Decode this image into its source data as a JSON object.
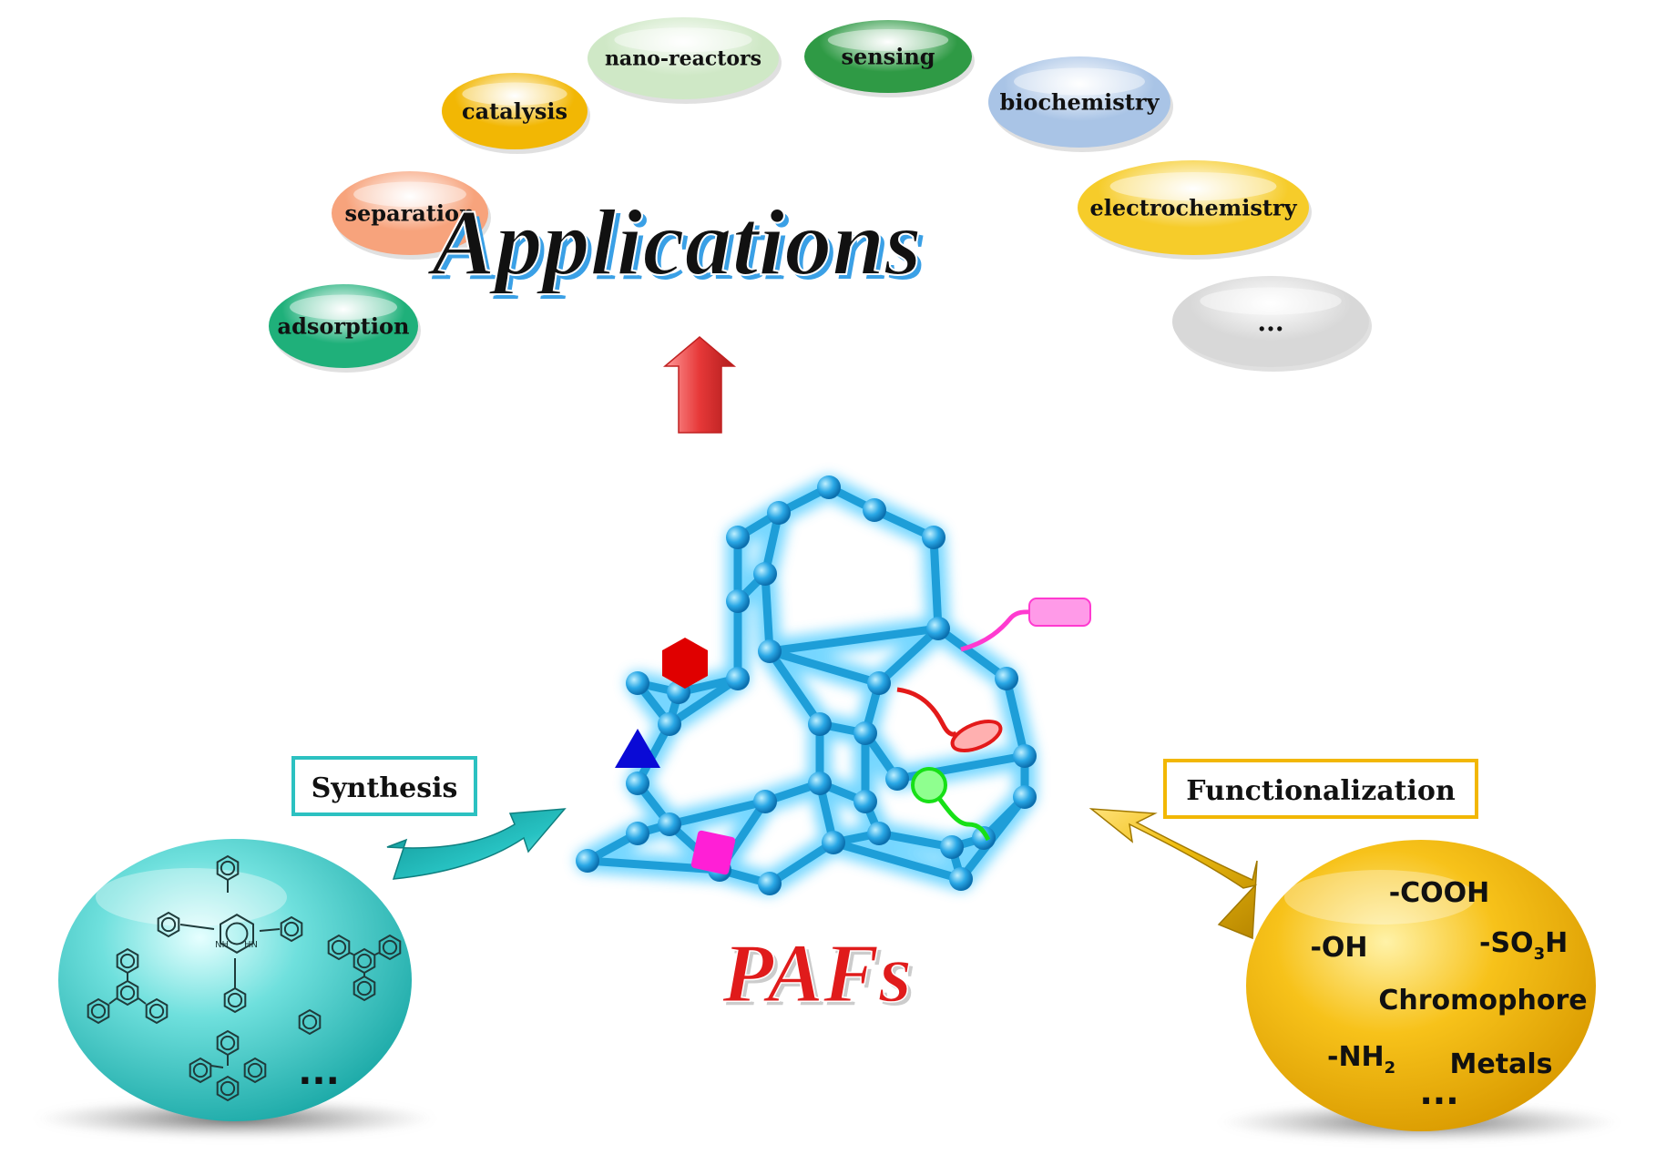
{
  "title": "Applications",
  "center_label": "PAFs",
  "applications": [
    {
      "label": "adsorption",
      "fill": "#1fb07a"
    },
    {
      "label": "separation",
      "fill": "#f7a37c"
    },
    {
      "label": "catalysis",
      "fill": "#f2b704"
    },
    {
      "label": "nano-reactors",
      "fill": "#cfe8c6"
    },
    {
      "label": "sensing",
      "fill": "#2f9a45"
    },
    {
      "label": "biochemistry",
      "fill": "#a9c4e6"
    },
    {
      "label": "electrochemistry",
      "fill": "#f6cc2a"
    },
    {
      "label": "...",
      "fill": "#d8d8d8"
    }
  ],
  "synthesis": {
    "label": "Synthesis",
    "border_color": "#2cc1c1",
    "ellipsis": "...",
    "molecule_label_nh": "NH",
    "molecule_label_hn": "HN"
  },
  "functionalization": {
    "label": "Functionalization",
    "border_color": "#f2b704",
    "groups": {
      "cooh": "-COOH",
      "oh": "-OH",
      "so3h_main": "-SO",
      "so3h_sub": "3",
      "so3h_end": "H",
      "chromophore": "Chromophore",
      "nh2_main": "-NH",
      "nh2_sub": "2",
      "metals": "Metals",
      "ellipsis": "..."
    }
  },
  "colors": {
    "framework": "#1e9ed8",
    "framework_glow": "#5fd0ff",
    "arrow_up": "#e84a4a",
    "arrow_synthesis": "#25b6b6",
    "arrow_functionalization": "#e8b600",
    "pafs_text": "#e01b1b"
  },
  "decorations": [
    {
      "name": "red-hexagon",
      "color": "#e00000"
    },
    {
      "name": "blue-triangle",
      "color": "#0a0ad6"
    },
    {
      "name": "magenta-square",
      "color": "#ff1fd6"
    },
    {
      "name": "pink-pill-tag",
      "color": "#ff3ad0"
    },
    {
      "name": "red-oval-tag",
      "color": "#e31a1a"
    },
    {
      "name": "green-ball-tag",
      "color": "#17e017"
    }
  ]
}
